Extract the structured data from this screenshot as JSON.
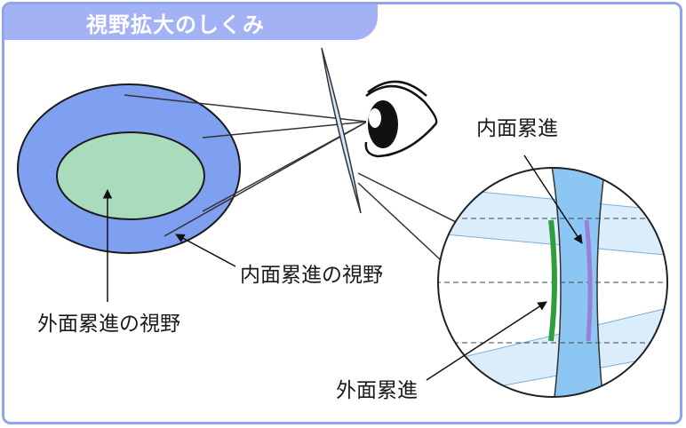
{
  "title": "視野拡大のしくみ",
  "labels": {
    "inner_field": "内面累進の視野",
    "outer_field": "外面累進の視野",
    "inner_surface": "内面累進",
    "outer_surface": "外面累進"
  },
  "colors": {
    "frame_border": "#8fa4ee",
    "title_tab": "#a3b2f4",
    "outer_field_fill": "#7f9ff0",
    "inner_field_fill": "#a9dcbd",
    "lens_fill": "#cfe6fb",
    "lens_band": "#8cc7f4",
    "outer_surface_line": "#2e9e3e",
    "inner_surface_line": "#9a7fd6",
    "light_ray_fill": "#dbecfb"
  }
}
